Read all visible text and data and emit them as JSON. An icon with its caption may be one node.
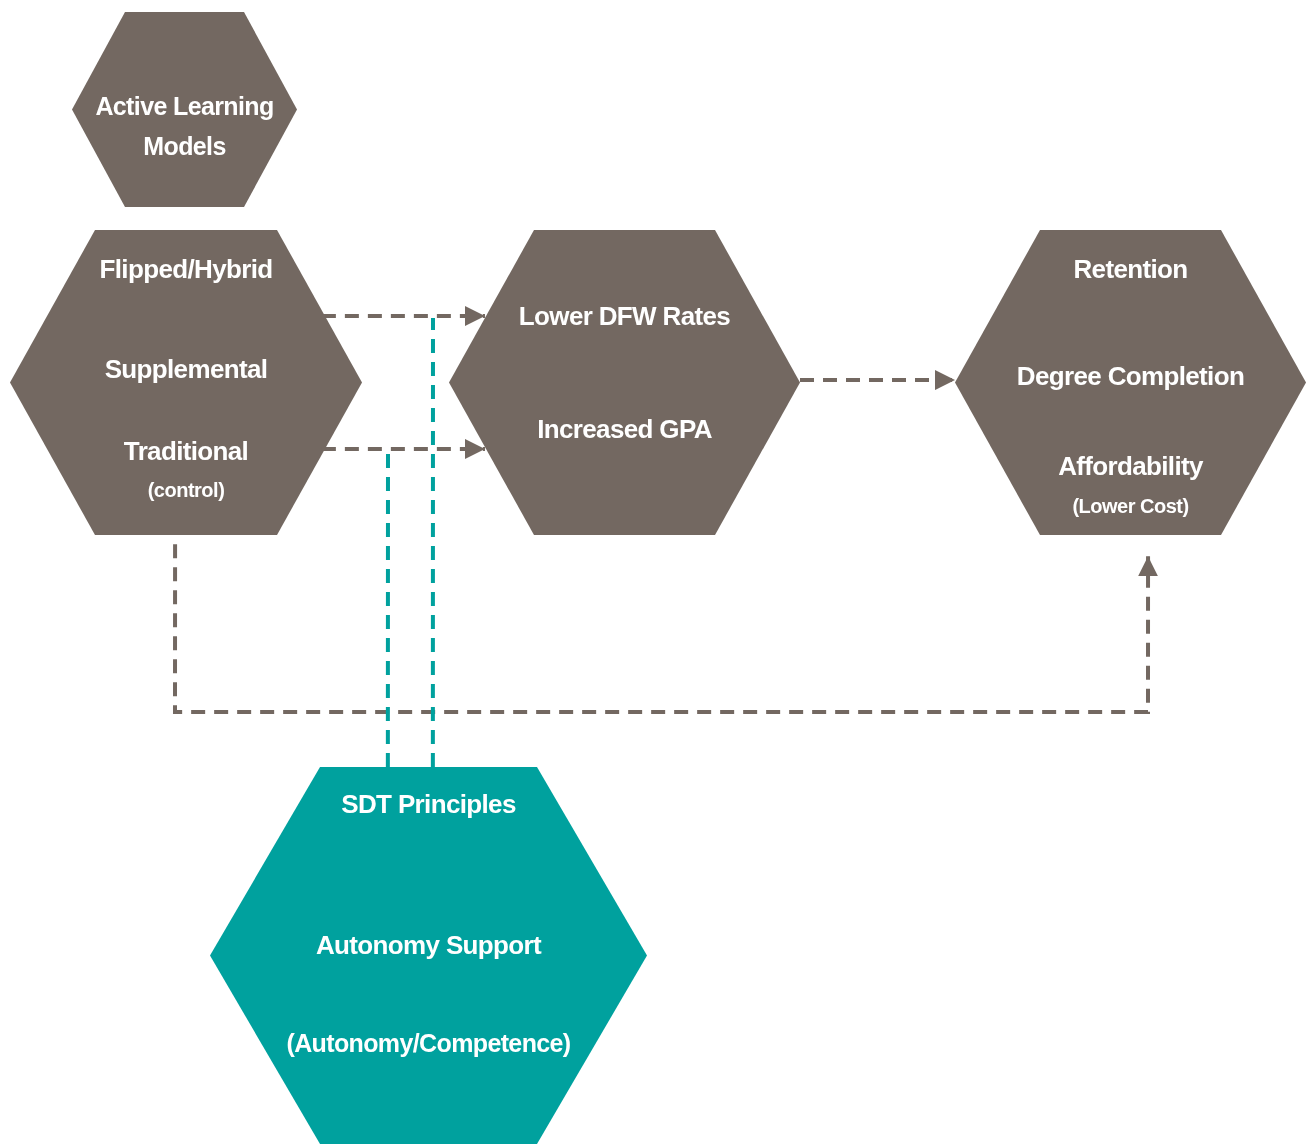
{
  "diagram": {
    "nodes": [
      {
        "text": [
          "Active Learning Models"
        ]
      },
      {
        "text": [
          "Flipped/Hybrid",
          "Supplemental",
          "Traditional",
          "(control)"
        ]
      },
      {
        "text": [
          "Lower DFW Rates",
          "Increased GPA"
        ]
      },
      {
        "text": [
          "Retention",
          "Degree Completion",
          "Affordability",
          "(Lower Cost)"
        ]
      },
      {
        "text": [
          "SDT Principles",
          "Autonomy Support",
          "(Autonomy/Competence)"
        ]
      }
    ],
    "edges": [
      {
        "from": 1,
        "to": 2,
        "arrow": "to",
        "style": "dashed"
      },
      {
        "from": 1,
        "to": 2,
        "arrow": "to",
        "style": "dashed"
      },
      {
        "from": 2,
        "to": 3,
        "arrow": "to",
        "style": "dashed"
      },
      {
        "from": 1,
        "to": 3,
        "arrow": "to",
        "style": "dashed"
      },
      {
        "from": 4,
        "to": null,
        "arrow": "none",
        "style": "dashed",
        "color": "#00a19e"
      },
      {
        "from": 4,
        "to": null,
        "arrow": "none",
        "style": "dashed",
        "color": "#00a19e"
      }
    ]
  }
}
